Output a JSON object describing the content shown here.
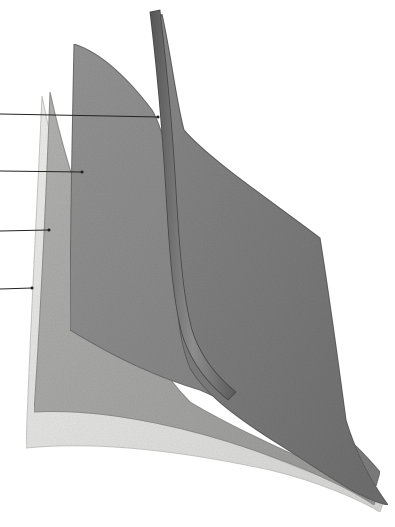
{
  "figure": {
    "description_visible_text": "",
    "layers": [
      {
        "id": "layer-1",
        "name": "",
        "color": "#7c7c7c"
      },
      {
        "id": "layer-2",
        "name": "",
        "color": "#8e8e8e"
      },
      {
        "id": "layer-3",
        "name": "",
        "color": "#a9a9a9"
      },
      {
        "id": "layer-4",
        "name": "",
        "color": "#e4e4e2"
      }
    ],
    "leader_line_count": 4,
    "colors": {
      "background": "#ffffff",
      "leader": "#222222"
    }
  }
}
